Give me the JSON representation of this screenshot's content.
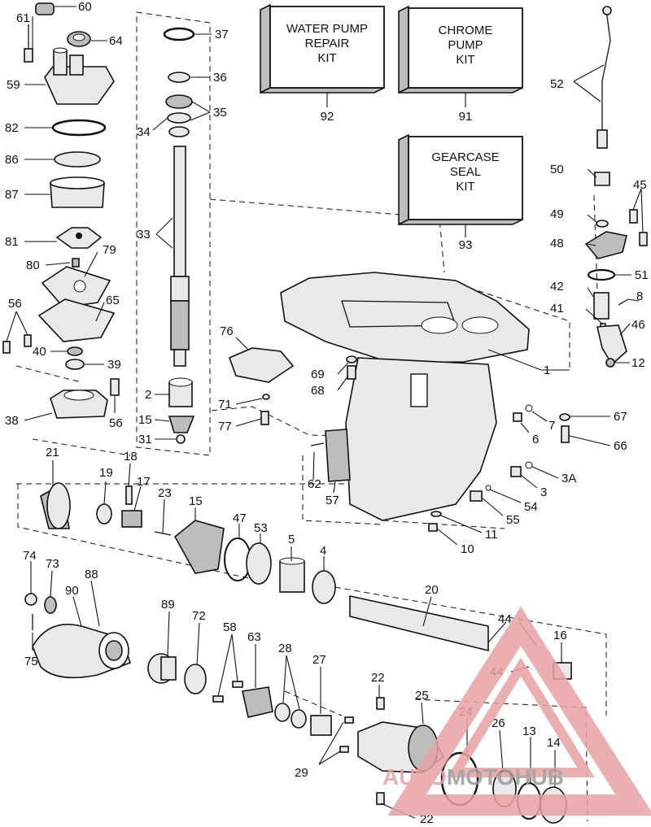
{
  "kits": [
    {
      "id": "water-pump",
      "lines": [
        "WATER PUMP",
        "REPAIR",
        "KIT"
      ],
      "number": "92"
    },
    {
      "id": "chrome-pump",
      "lines": [
        "CHROME",
        "PUMP",
        "KIT"
      ],
      "number": "91"
    },
    {
      "id": "gearcase-seal",
      "lines": [
        "GEARCASE",
        "SEAL",
        "KIT"
      ],
      "number": "93"
    }
  ],
  "callouts": {
    "c60": "60",
    "c61": "61",
    "c64": "64",
    "c59": "59",
    "c82": "82",
    "c86": "86",
    "c87": "87",
    "c81": "81",
    "c79": "79",
    "c80": "80",
    "c65": "65",
    "c56a": "56",
    "c40": "40",
    "c39": "39",
    "c38": "38",
    "c56b": "56",
    "c37": "37",
    "c36": "36",
    "c35": "35",
    "c34": "34",
    "c33": "33",
    "c2": "2",
    "c15a": "15",
    "c31": "31",
    "c76": "76",
    "c71": "71",
    "c77": "77",
    "c69": "69",
    "c68": "68",
    "c1": "1",
    "c52": "52",
    "c50": "50",
    "c45": "45",
    "c49": "49",
    "c48": "48",
    "c51": "51",
    "c42": "42",
    "c8": "8",
    "c41": "41",
    "c46": "46",
    "c12": "12",
    "c67": "67",
    "c7": "7",
    "c6": "6",
    "c66": "66",
    "c3a": "3A",
    "c3": "3",
    "c54": "54",
    "c55": "55",
    "c62": "62",
    "c57": "57",
    "c11": "11",
    "c10": "10",
    "c21": "21",
    "c19": "19",
    "c18": "18",
    "c17": "17",
    "c23": "23",
    "c15b": "15",
    "c47": "47",
    "c53": "53",
    "c5": "5",
    "c4": "4",
    "c20": "20",
    "c74": "74",
    "c73": "73",
    "c90": "90",
    "c88": "88",
    "c75": "75",
    "c89": "89",
    "c72": "72",
    "c58": "58",
    "c63": "63",
    "c28": "28",
    "c27": "27",
    "c22a": "22",
    "c25": "25",
    "c44a": "44",
    "c44b": "44",
    "c16": "16",
    "c24": "24",
    "c26": "26",
    "c13": "13",
    "c14": "14",
    "c29": "29",
    "c22b": "22"
  },
  "watermark": {
    "part1": "AUTO",
    "part2": "MOTO",
    "part3": "HUB",
    "color_primary": "#e8a2a2",
    "color_secondary": "#9a9a9a"
  }
}
